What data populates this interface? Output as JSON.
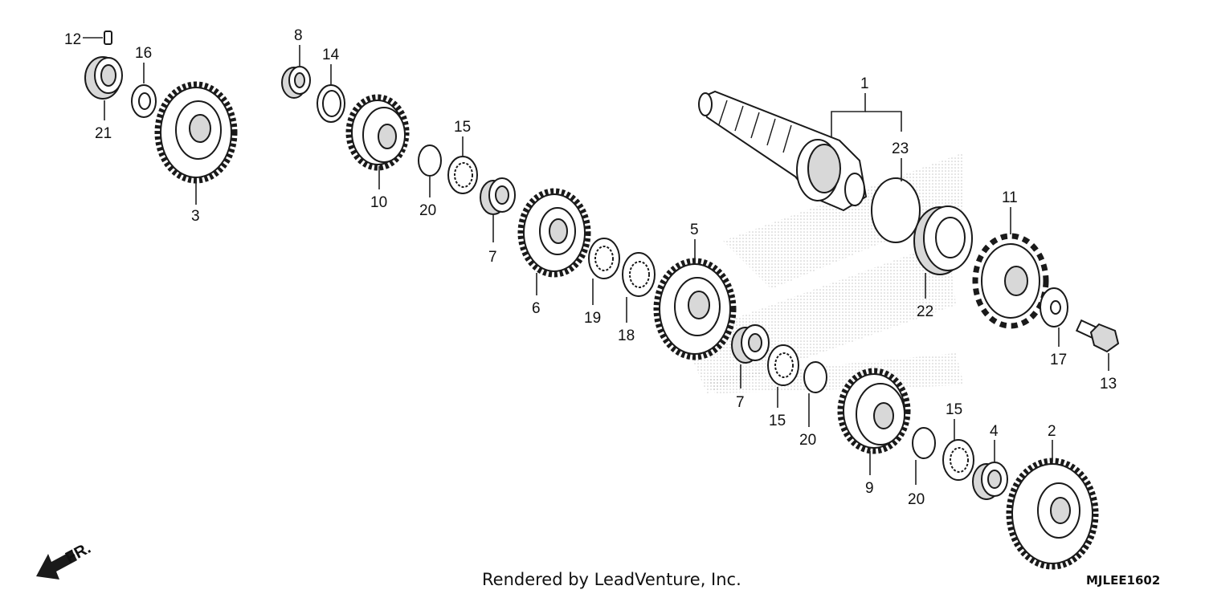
{
  "callouts": {
    "c1": "1",
    "c2": "2",
    "c3": "3",
    "c4": "4",
    "c5": "5",
    "c6": "6",
    "c7a": "7",
    "c7b": "7",
    "c8": "8",
    "c9": "9",
    "c10": "10",
    "c11": "11",
    "c12": "12",
    "c13": "13",
    "c14": "14",
    "c15a": "15",
    "c15b": "15",
    "c15c": "15",
    "c16": "16",
    "c17": "17",
    "c18": "18",
    "c19": "19",
    "c20a": "20",
    "c20b": "20",
    "c20c": "20",
    "c21": "21",
    "c22": "22",
    "c23": "23"
  },
  "direction_label": "FR.",
  "footer": {
    "credit": "Rendered by LeadVenture, Inc.",
    "drawing_code": "MJLEE1602"
  },
  "colors": {
    "line": "#1a1a1a",
    "background": "#ffffff"
  }
}
